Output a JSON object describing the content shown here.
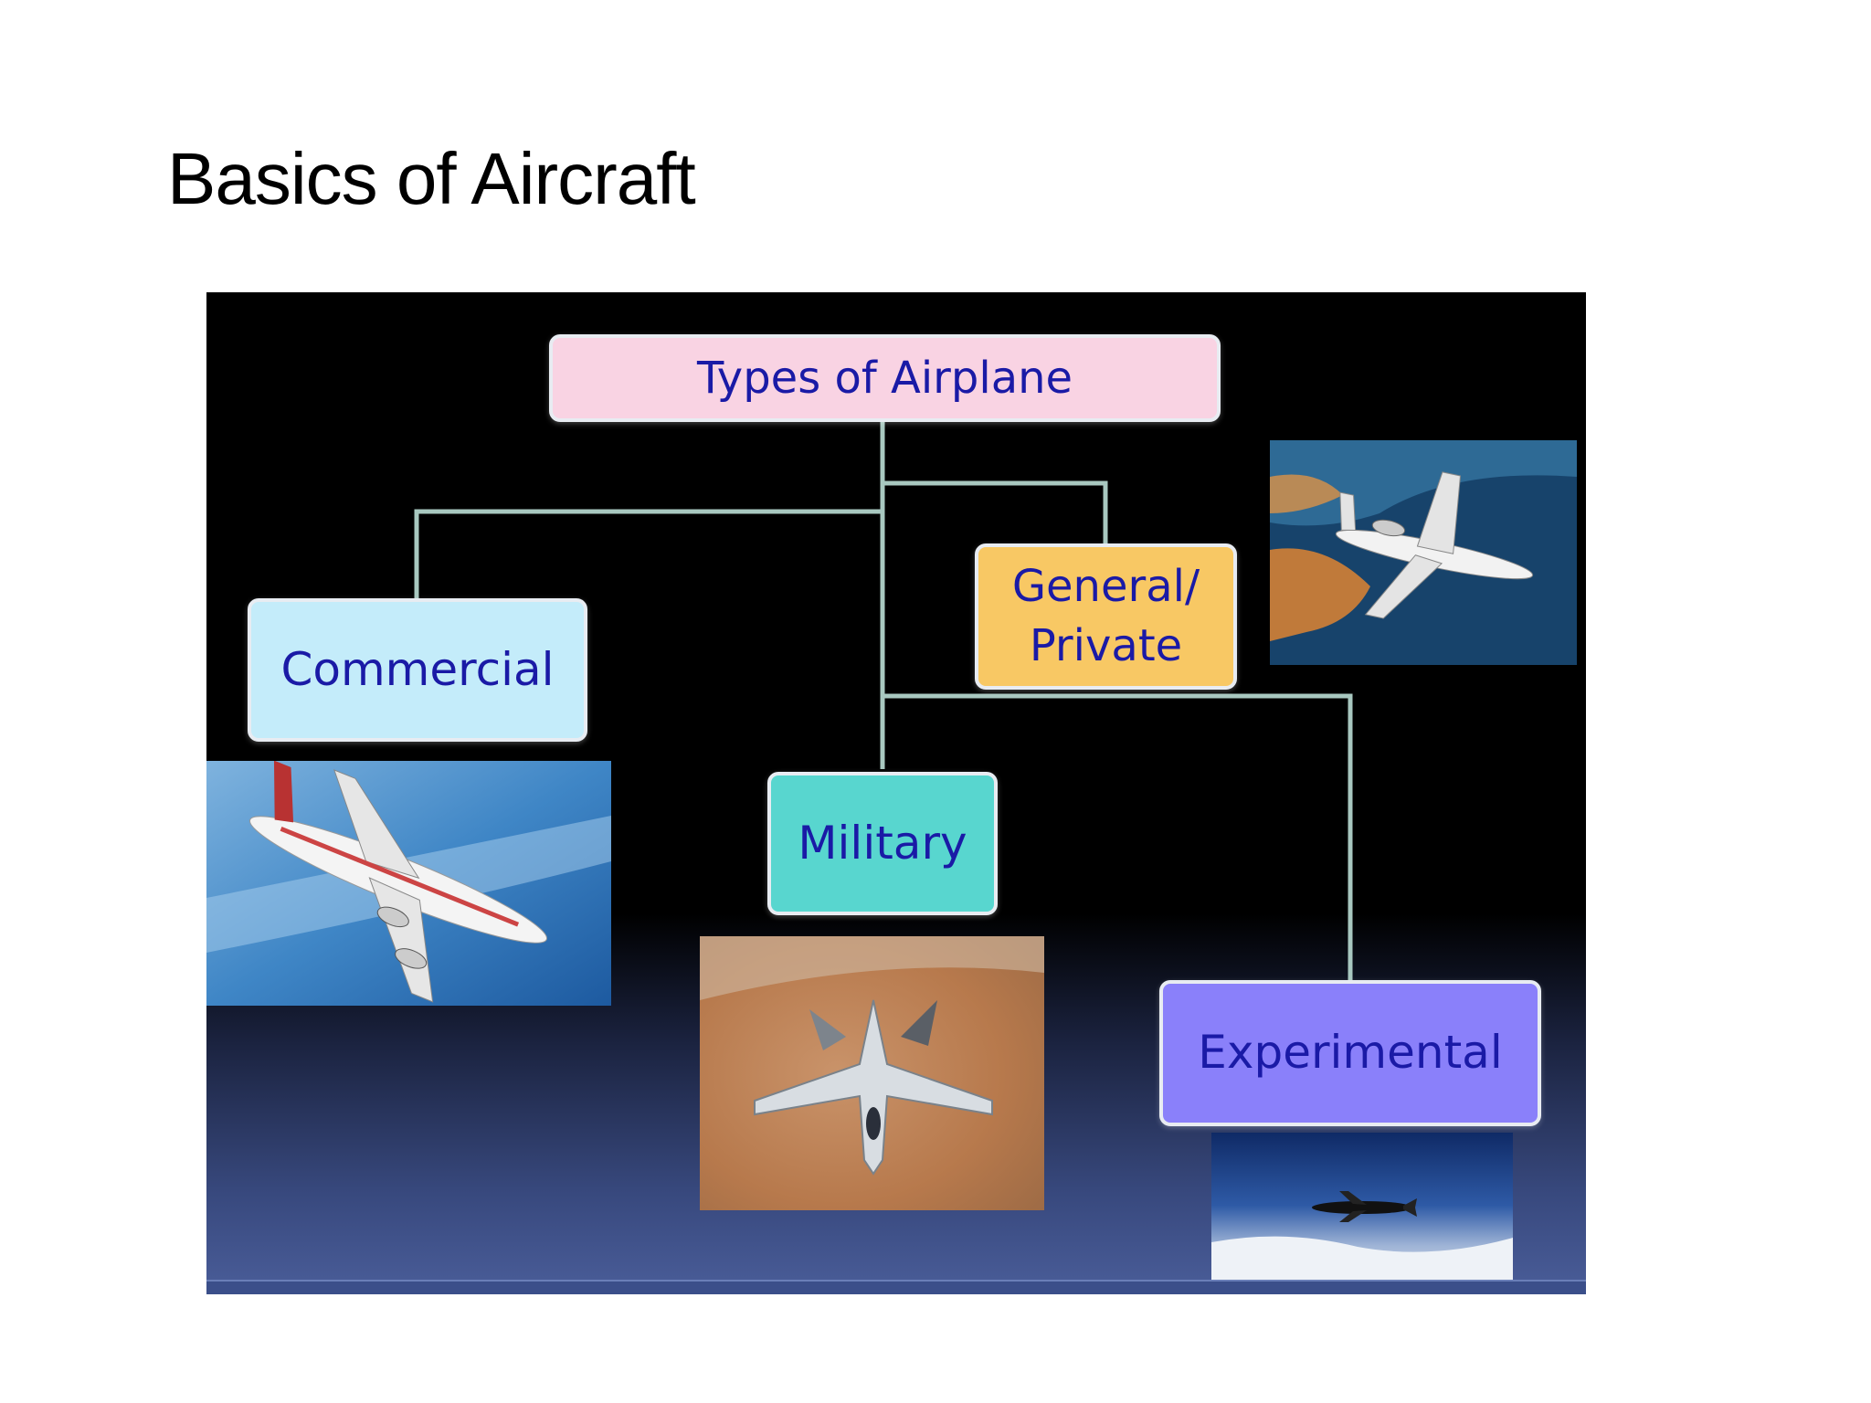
{
  "slide": {
    "title": "Basics of Aircraft"
  },
  "diagram": {
    "root": {
      "label": "Types of Airplane",
      "color": "#f9d3e3"
    },
    "children": [
      {
        "label": "Commercial",
        "color": "#c4ecfa",
        "image_icon": "airliner-icon"
      },
      {
        "label": "Military",
        "color": "#58d6cf",
        "image_icon": "fighter-jet-icon"
      },
      {
        "label": "General/\nPrivate",
        "color": "#f8c864",
        "image_icon": "business-jet-icon"
      },
      {
        "label": "Experimental",
        "color": "#8a80fa",
        "image_icon": "experimental-plane-icon"
      }
    ],
    "connector_color": "#a8c8c0"
  }
}
